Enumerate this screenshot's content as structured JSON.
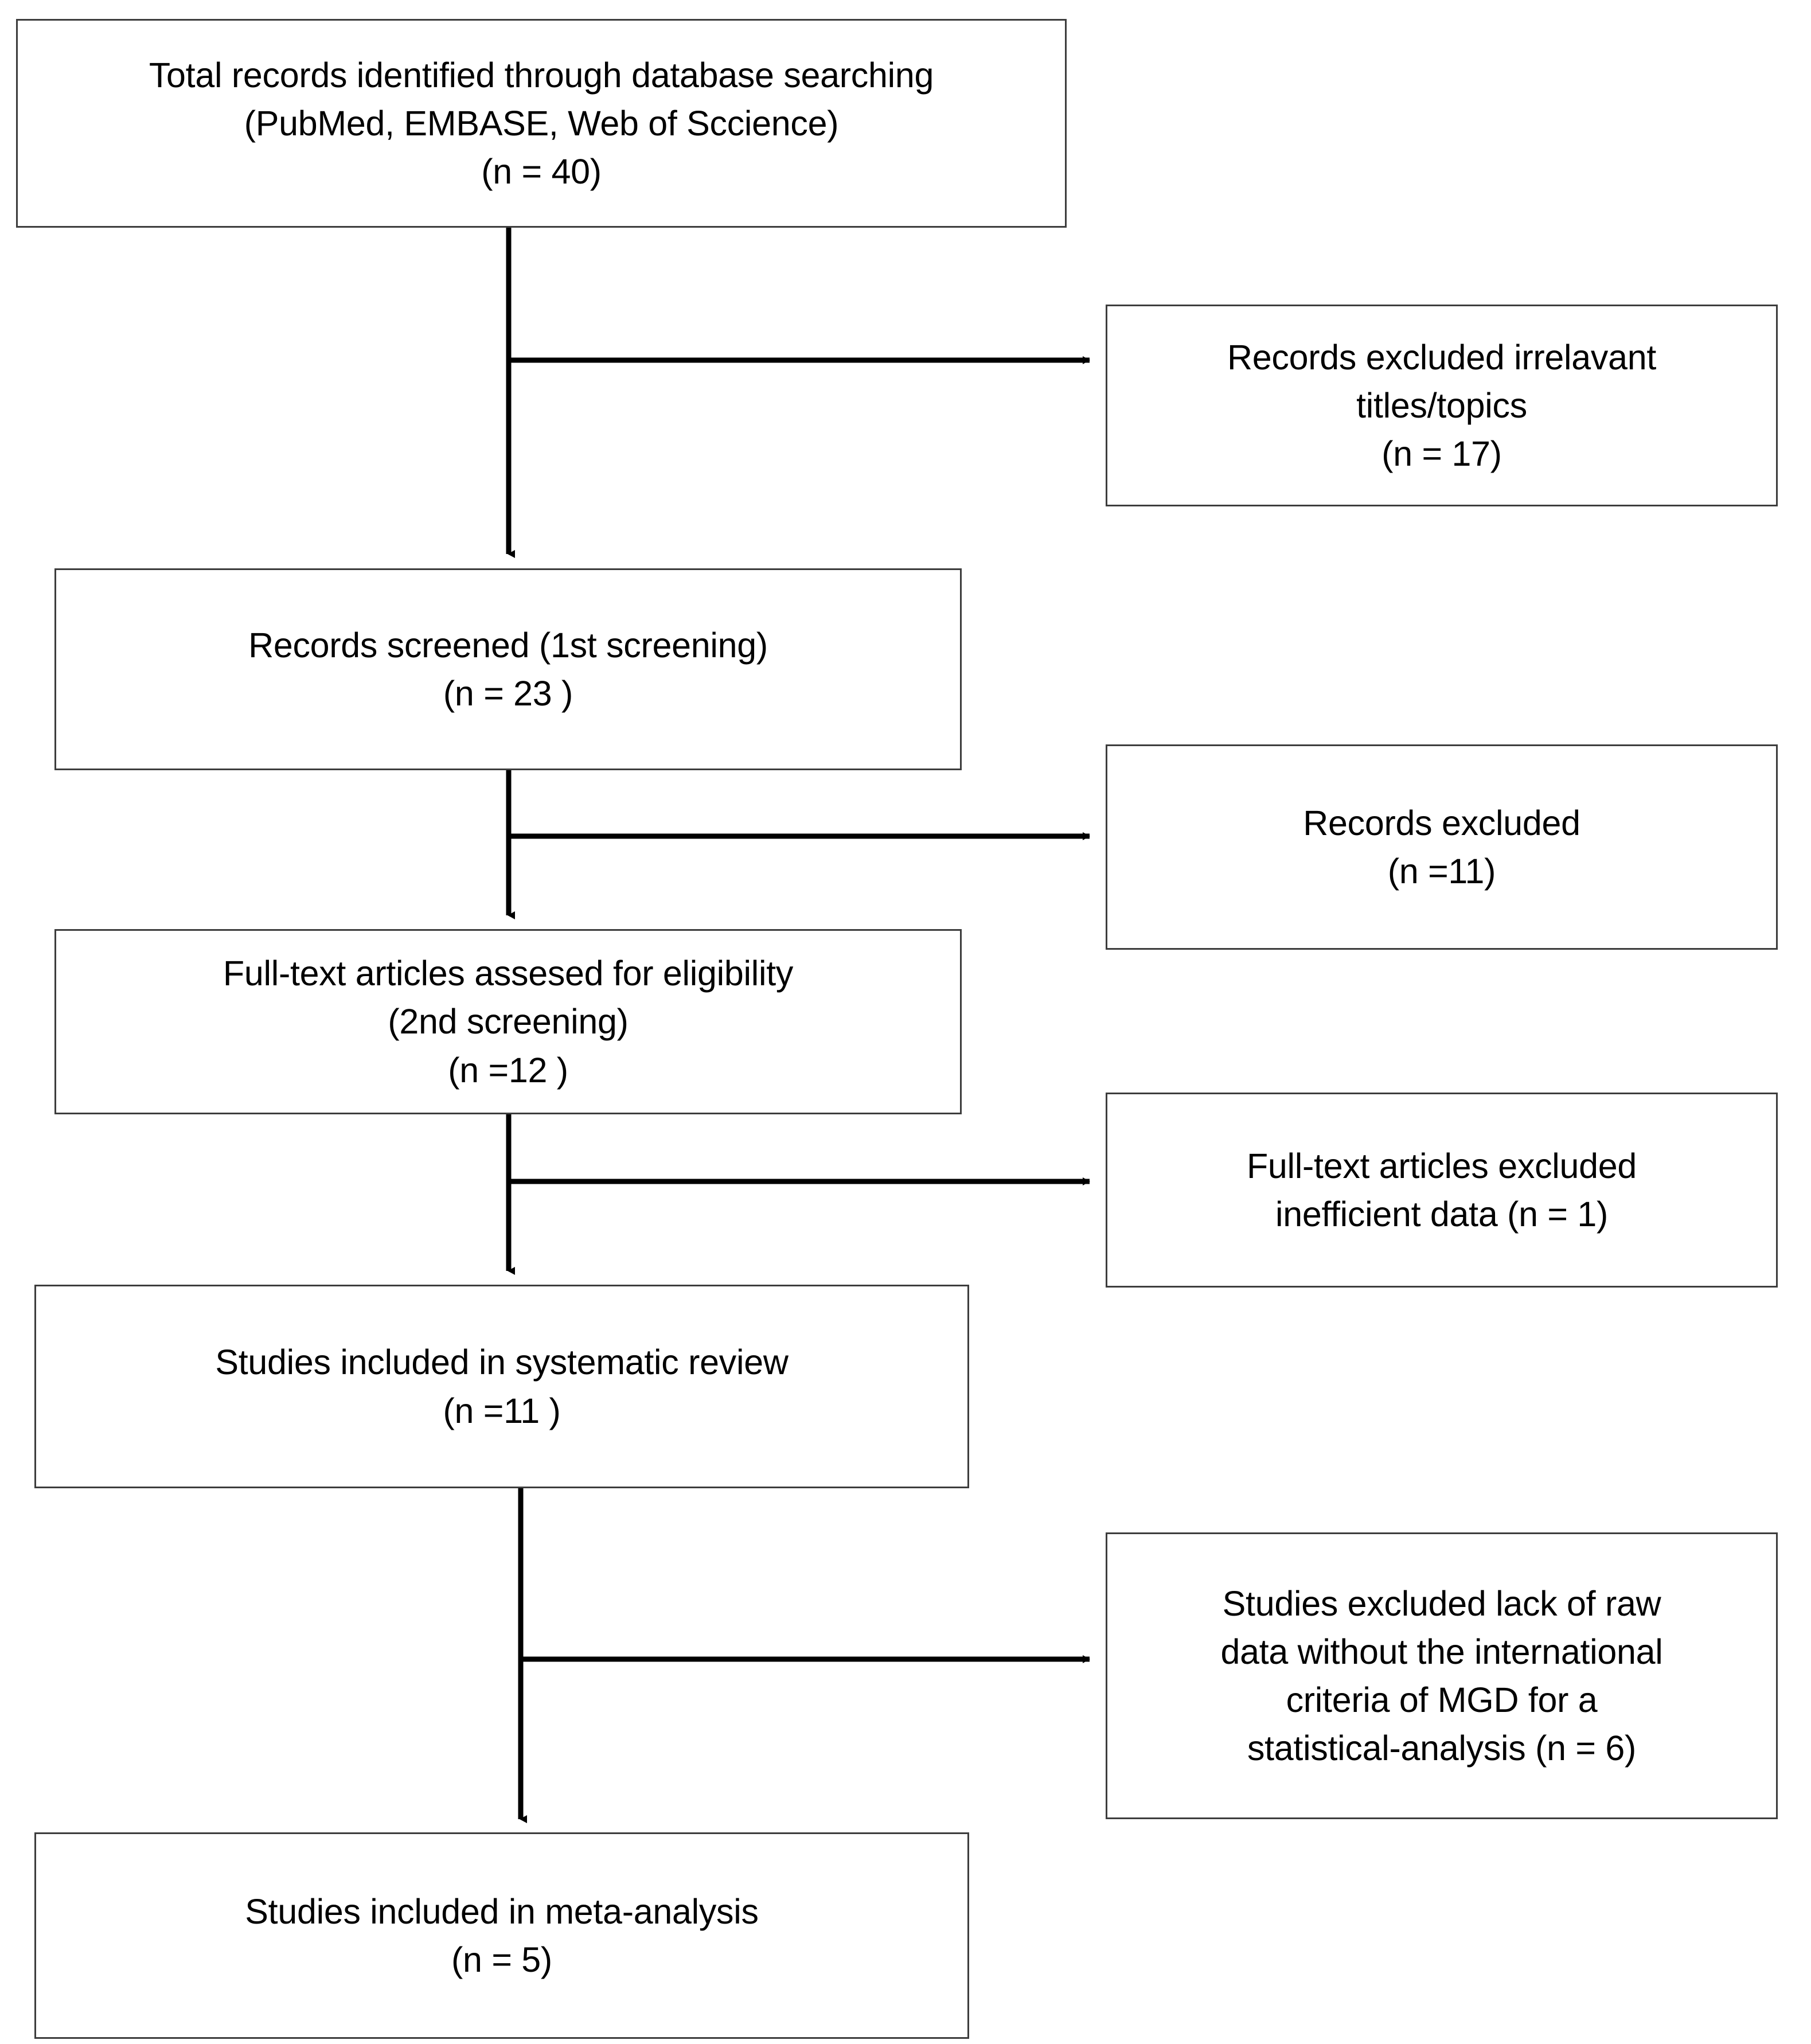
{
  "diagram": {
    "type": "prisma-flow-diagram",
    "title": "PRISMA study selection flow diagram",
    "colors": {
      "box_border": "#3d3d3d",
      "box_fill": "#ffffff",
      "connector": "#000000",
      "text": "#000000"
    },
    "flow_boxes": [
      {
        "id": "records-identified",
        "column": "left",
        "lines": [
          "Total records identified through database searching",
          "(PubMed, EMBASE, Web of Sccience)",
          "(n = 40)"
        ],
        "n": 40
      },
      {
        "id": "records-screened",
        "column": "left",
        "lines": [
          "Records screened (1st screening)",
          "(n = 23 )"
        ],
        "n": 23
      },
      {
        "id": "fulltext-assessed",
        "column": "left",
        "lines": [
          "Full-text articles assesed for eligibility",
          "(2nd screening)",
          "(n =12 )"
        ],
        "n": 12
      },
      {
        "id": "systematic-review",
        "column": "left",
        "lines": [
          "Studies included in systematic review",
          "(n =11 )"
        ],
        "n": 11
      },
      {
        "id": "meta-analysis",
        "column": "left",
        "lines": [
          "Studies included in meta-analysis",
          "(n = 5)"
        ],
        "n": 5
      }
    ],
    "exclusion_boxes": [
      {
        "id": "excluded-titles",
        "column": "right",
        "lines": [
          "Records excluded irrelavant",
          "titles/topics",
          "(n = 17)"
        ],
        "n": 17
      },
      {
        "id": "excluded-records",
        "column": "right",
        "lines": [
          "Records excluded",
          "(n =11)"
        ],
        "n": 11
      },
      {
        "id": "excluded-fulltext",
        "column": "right",
        "lines": [
          "Full-text articles excluded",
          "inefficient data (n = 1)"
        ],
        "n": 1
      },
      {
        "id": "excluded-studies",
        "column": "right",
        "lines": [
          "Studies excluded lack of raw",
          "data without the international",
          "criteria of MGD for a",
          "statistical-analysis (n = 6)"
        ],
        "n": 6
      }
    ]
  },
  "chart_data": {
    "type": "diagram",
    "title": "PRISMA flow of study selection",
    "stages": [
      {
        "label": "Total records identified through database searching (PubMed, EMBASE, Web of Sccience)",
        "n": 40
      },
      {
        "label": "Records screened (1st screening)",
        "n": 23
      },
      {
        "label": "Full-text articles assesed for eligibility (2nd screening)",
        "n": 12
      },
      {
        "label": "Studies included in systematic review",
        "n": 11
      },
      {
        "label": "Studies included in meta-analysis",
        "n": 5
      }
    ],
    "exclusions": [
      {
        "label": "Records excluded irrelavant titles/topics",
        "n": 17,
        "after_stage": 0
      },
      {
        "label": "Records excluded",
        "n": 11,
        "after_stage": 1
      },
      {
        "label": "Full-text articles excluded inefficient data",
        "n": 1,
        "after_stage": 2
      },
      {
        "label": "Studies excluded lack of raw data without the international criteria of MGD for a statistical-analysis",
        "n": 6,
        "after_stage": 3
      }
    ]
  }
}
